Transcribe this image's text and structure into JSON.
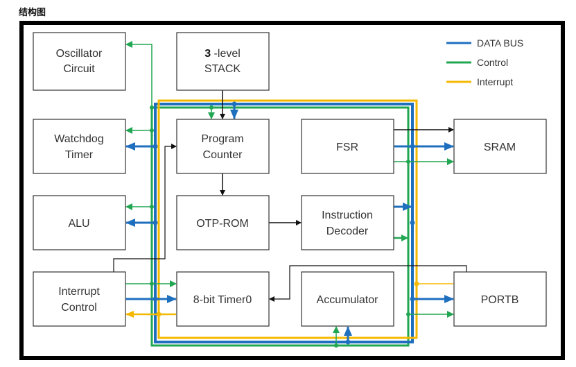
{
  "title": "结构图",
  "colors": {
    "data_bus": "#1f6fbf",
    "control": "#21a652",
    "interrupt": "#f5b800",
    "line": "#111111",
    "frame": "#000000"
  },
  "legend": [
    {
      "key": "data_bus",
      "label": "DATA BUS"
    },
    {
      "key": "control",
      "label": "Control"
    },
    {
      "key": "interrupt",
      "label": "Interrupt"
    }
  ],
  "blocks": {
    "oscillator": {
      "line1": "Oscillator",
      "line2": "Circuit"
    },
    "stack": {
      "bold": "3",
      "line1": " -level",
      "line2": "STACK"
    },
    "watchdog": {
      "line1": "Watchdog",
      "line2": "Timer"
    },
    "program_counter": {
      "line1": "Program",
      "line2": "Counter"
    },
    "fsr": {
      "line1": "FSR"
    },
    "sram": {
      "line1": "SRAM"
    },
    "alu": {
      "line1": "ALU"
    },
    "otp_rom": {
      "line1": "OTP-ROM"
    },
    "instruction_decoder": {
      "line1": "Instruction",
      "line2": "Decoder"
    },
    "interrupt_control": {
      "line1": "Interrupt",
      "line2": "Control"
    },
    "timer0": {
      "line1": "8-bit Timer0"
    },
    "accumulator": {
      "line1": "Accumulator"
    },
    "portb": {
      "line1": "PORTB"
    }
  }
}
